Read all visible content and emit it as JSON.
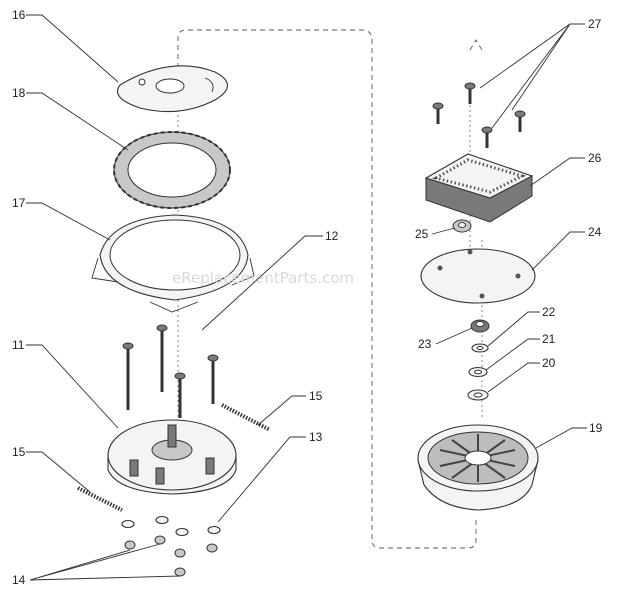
{
  "watermark": "eReplacementParts.com",
  "callouts": {
    "c16": "16",
    "c18": "18",
    "c17": "17",
    "c12": "12",
    "c11": "11",
    "c15a": "15",
    "c15b": "15",
    "c13": "13",
    "c14": "14",
    "c27": "27",
    "c26": "26",
    "c25": "25",
    "c24": "24",
    "c23": "23",
    "c22": "22",
    "c21": "21",
    "c20": "20",
    "c19": "19"
  }
}
